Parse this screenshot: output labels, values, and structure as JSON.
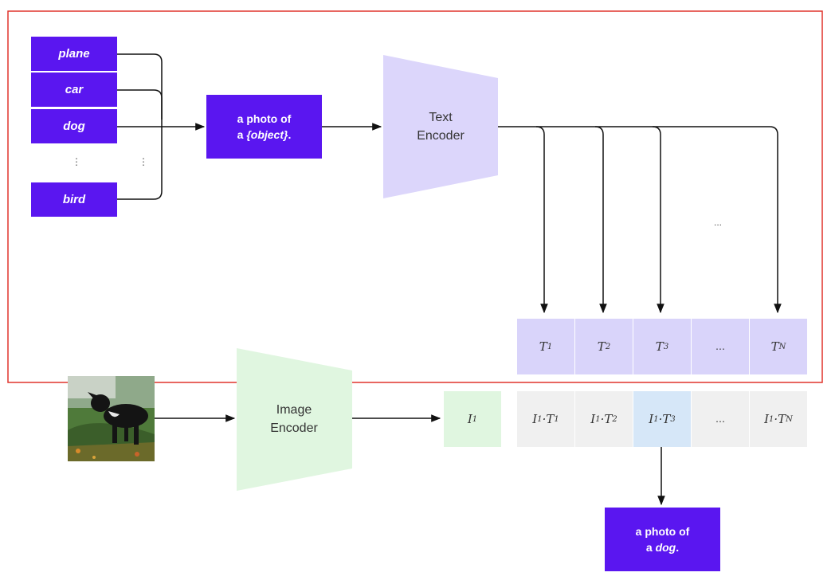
{
  "classes": [
    "plane",
    "car",
    "dog",
    "bird"
  ],
  "class_ellipsis": "⋮",
  "prompt_template": {
    "line1": "a photo of",
    "line2_prefix": "a ",
    "line2_object": "{object}",
    "line2_suffix": "."
  },
  "text_encoder": {
    "line1": "Text",
    "line2": "Encoder"
  },
  "image_encoder": {
    "line1": "Image",
    "line2": "Encoder"
  },
  "text_features": [
    {
      "base": "T",
      "sub": "1"
    },
    {
      "base": "T",
      "sub": "2"
    },
    {
      "base": "T",
      "sub": "3"
    },
    {
      "base": "…",
      "sub": ""
    },
    {
      "base": "T",
      "sub": "N"
    }
  ],
  "image_feature": {
    "base": "I",
    "sub": "1"
  },
  "similarities": [
    {
      "a": "I",
      "a_sub": "1",
      "b": "T",
      "b_sub": "1"
    },
    {
      "a": "I",
      "a_sub": "1",
      "b": "T",
      "b_sub": "2"
    },
    {
      "a": "I",
      "a_sub": "1",
      "b": "T",
      "b_sub": "3"
    },
    {
      "a": "…",
      "a_sub": "",
      "b": "",
      "b_sub": ""
    },
    {
      "a": "I",
      "a_sub": "1",
      "b": "T",
      "b_sub": "N"
    }
  ],
  "highlight_index": 2,
  "top_ellipsis": "...",
  "result": {
    "line1": "a photo of",
    "line2_prefix": "a ",
    "line2_object": "dog",
    "line2_suffix": "."
  },
  "colors": {
    "class_box": "#5a16f0",
    "text_encoder": "#dcd6fb",
    "image_encoder": "#e0f6e0",
    "text_feature": "#d9d4fa",
    "image_feature": "#e0f6e0",
    "similarity": "#f0f0f0",
    "similarity_highlight": "#d6e7f8",
    "frame": "#e0342c"
  }
}
